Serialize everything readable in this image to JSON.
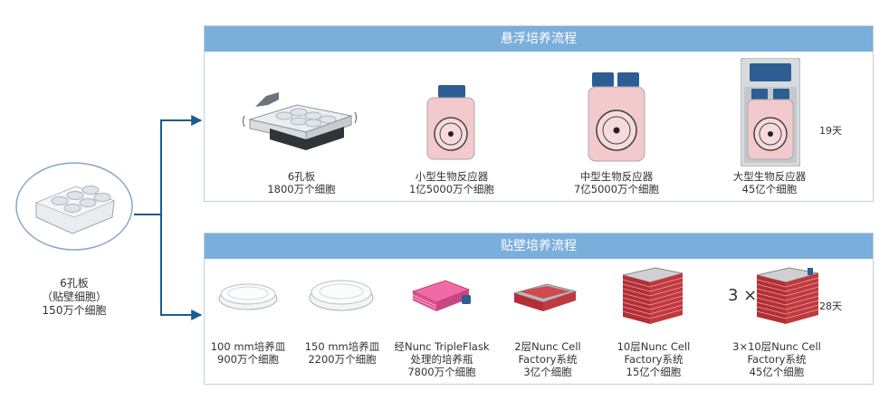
{
  "source": {
    "name": "6孔板",
    "note": "（贴壁细胞）",
    "count": "150万个细胞"
  },
  "suspension": {
    "title": "悬浮培养流程",
    "days": "19天",
    "steps": [
      {
        "name": "6孔板",
        "count": "1800万个细胞"
      },
      {
        "name": "小型生物反应器",
        "count": "1亿5000万个细胞"
      },
      {
        "name": "中型生物反应器",
        "count": "7亿5000万个细胞"
      },
      {
        "name": "大型生物反应器",
        "count": "45亿个细胞"
      }
    ]
  },
  "adherent": {
    "title": "贴壁培养流程",
    "days": "28天",
    "multiplier": "3 ×",
    "steps": [
      {
        "line1": "100 mm培养皿",
        "line2": "900万个细胞"
      },
      {
        "line1": "150 mm培养皿",
        "line2": "2200万个细胞"
      },
      {
        "line1": "经Nunc TripleFlask",
        "line2": "处理的培养瓶",
        "line3": "7800万个细胞"
      },
      {
        "line1": "2层Nunc Cell",
        "line2": "Factory系统",
        "line3": "3亿个细胞"
      },
      {
        "line1": "10层Nunc Cell",
        "line2": "Factory系统",
        "line3": "15亿个细胞"
      },
      {
        "line1": "3×10层Nunc Cell",
        "line2": "Factory系统",
        "line3": "45亿个细胞"
      }
    ]
  },
  "colors": {
    "header": "#7aaedb",
    "arrow": "#1f5a8c",
    "border": "#bcd0e4",
    "reactor_body": "#f2c9cc",
    "reactor_lid": "#2c5d93",
    "factory_red": "#c0393e"
  }
}
